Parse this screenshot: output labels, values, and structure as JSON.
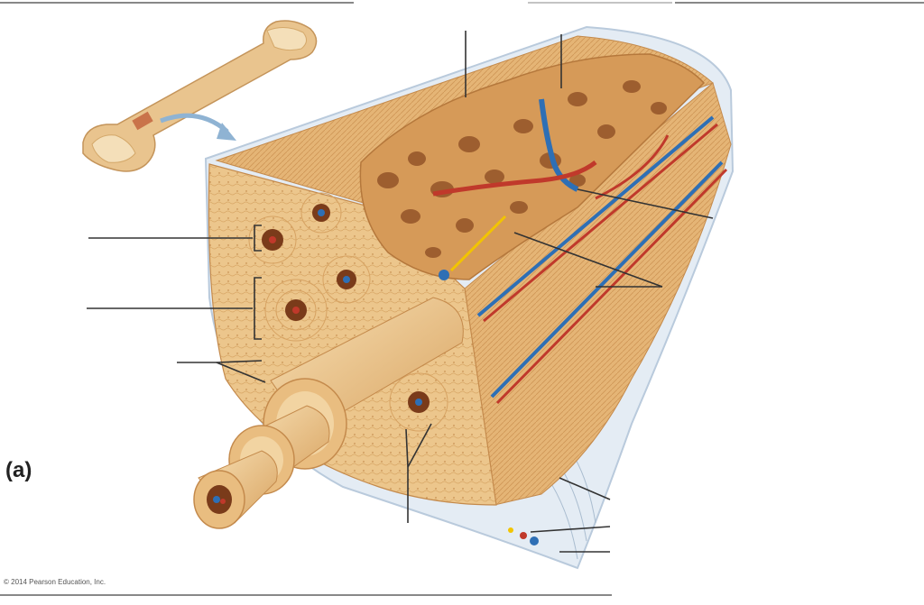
{
  "panel_label": "(a)",
  "copyright": "© 2014 Pearson Education, Inc.",
  "colors": {
    "bone_light": "#f3d3a0",
    "bone_mid": "#e7b776",
    "bone_dark": "#c98d4c",
    "spongy": "#d59a5a",
    "artery": "#c0392b",
    "vein": "#2e6fb5",
    "nerve": "#f2c400",
    "periosteum": "#dfe8f2",
    "leader_line": "#333333"
  },
  "icons": {
    "orientation_arrow": "curved-arrow-icon",
    "long_bone": "long-bone-icon"
  },
  "leader_lines_count": 11
}
